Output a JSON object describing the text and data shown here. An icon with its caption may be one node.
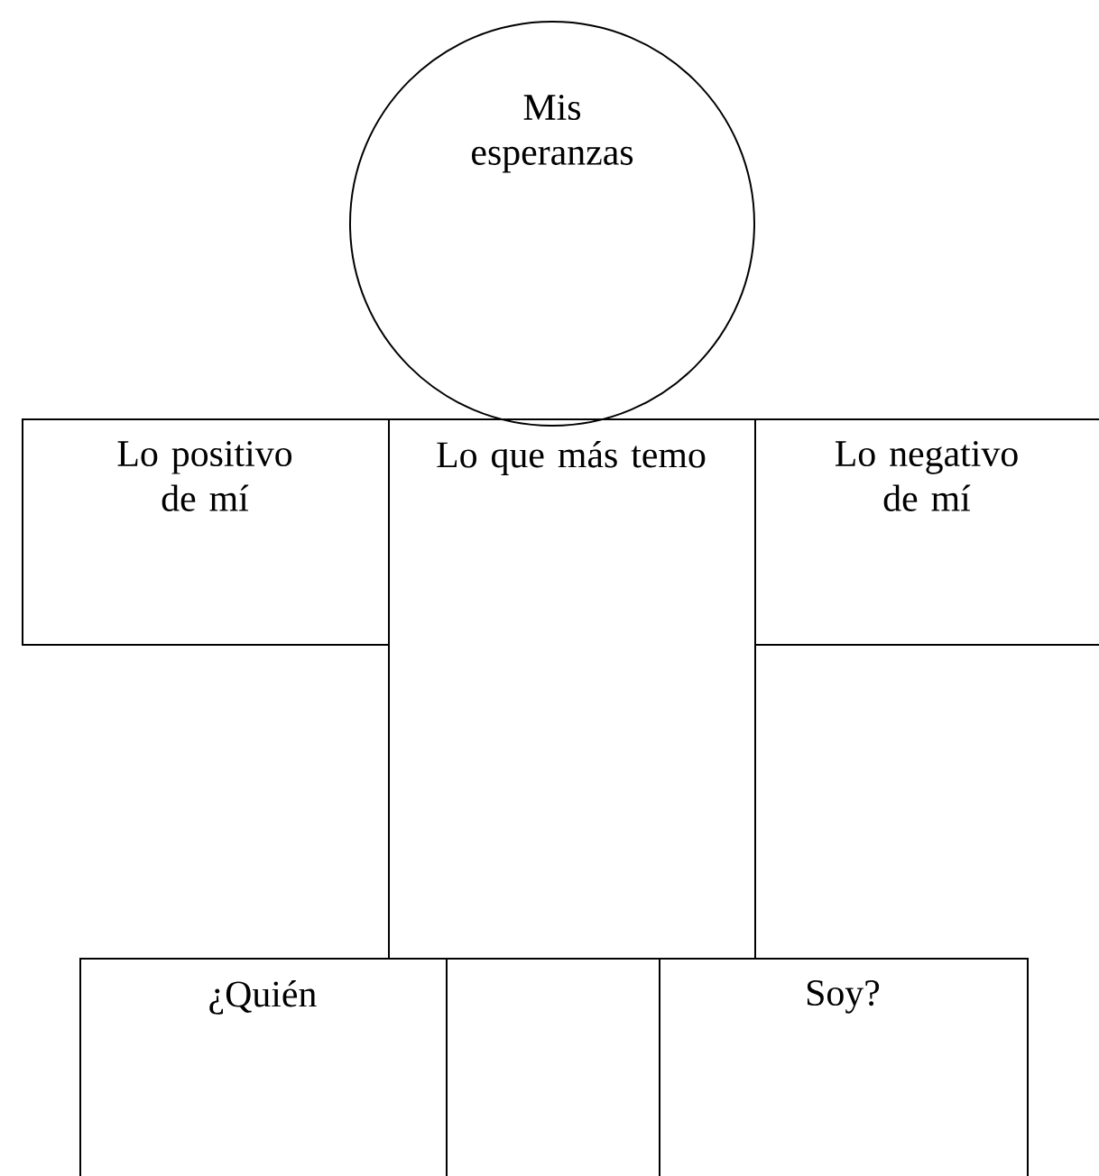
{
  "diagram": {
    "nodes": [
      {
        "text": [
          "Mis esperanzas"
        ]
      },
      {
        "text": [
          "Lo positivo de mí"
        ]
      },
      {
        "text": [
          "Lo que más temo"
        ]
      },
      {
        "text": [
          "Lo negativo de mí"
        ]
      },
      {
        "text": [
          "¿Quién"
        ]
      },
      {
        "text": [
          "Soy?"
        ]
      }
    ]
  }
}
